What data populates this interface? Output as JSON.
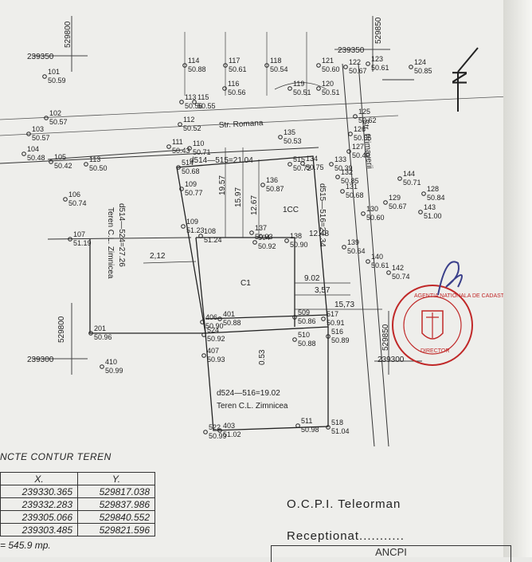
{
  "grid": {
    "x_top_left": "529800",
    "y_top_left": "239350",
    "x_top_right": "529850",
    "y_top_right": "239350",
    "x_bottom_left": "529800",
    "y_bottom_left": "239300",
    "x_bottom_right": "529850",
    "y_bottom_right": "239300"
  },
  "points": [
    {
      "id": "101",
      "elev": "50.59"
    },
    {
      "id": "102",
      "elev": "50.57"
    },
    {
      "id": "103",
      "elev": "50.57"
    },
    {
      "id": "104",
      "elev": "50.48"
    },
    {
      "id": "105",
      "elev": "50.42"
    },
    {
      "id": "113",
      "elev": "50.50"
    },
    {
      "id": "106",
      "elev": "50.74"
    },
    {
      "id": "107",
      "elev": "51.19"
    },
    {
      "id": "108",
      "elev": "51.24"
    },
    {
      "id": "109",
      "elev": "51.23"
    },
    {
      "id": "109",
      "elev": "50.77"
    },
    {
      "id": "110",
      "elev": "50.71"
    },
    {
      "id": "111",
      "elev": "50.43"
    },
    {
      "id": "112",
      "elev": "50.52"
    },
    {
      "id": "113",
      "elev": "50.56"
    },
    {
      "id": "114",
      "elev": "50.88"
    },
    {
      "id": "115",
      "elev": "50.55"
    },
    {
      "id": "116",
      "elev": "50.56"
    },
    {
      "id": "117",
      "elev": "50.61"
    },
    {
      "id": "118",
      "elev": "50.54"
    },
    {
      "id": "119",
      "elev": "50.51"
    },
    {
      "id": "120",
      "elev": "50.51"
    },
    {
      "id": "121",
      "elev": "50.60"
    },
    {
      "id": "122",
      "elev": "50.67"
    },
    {
      "id": "123",
      "elev": "50.61"
    },
    {
      "id": "124",
      "elev": "50.85"
    },
    {
      "id": "125",
      "elev": "50.62"
    },
    {
      "id": "126",
      "elev": "50.65"
    },
    {
      "id": "127",
      "elev": "50.40"
    },
    {
      "id": "128",
      "elev": "50.84"
    },
    {
      "id": "129",
      "elev": "50.67"
    },
    {
      "id": "130",
      "elev": "50.60"
    },
    {
      "id": "131",
      "elev": "50.68"
    },
    {
      "id": "132",
      "elev": "50.85"
    },
    {
      "id": "133",
      "elev": "50.39"
    },
    {
      "id": "134",
      "elev": "50.75"
    },
    {
      "id": "135",
      "elev": "50.53"
    },
    {
      "id": "136",
      "elev": "50.87"
    },
    {
      "id": "137",
      "elev": "50.93"
    },
    {
      "id": "138",
      "elev": "50.90"
    },
    {
      "id": "139",
      "elev": "50.64"
    },
    {
      "id": "140",
      "elev": "50.61"
    },
    {
      "id": "142",
      "elev": "50.74"
    },
    {
      "id": "143",
      "elev": "51.00"
    },
    {
      "id": "144",
      "elev": "50.71"
    },
    {
      "id": "201",
      "elev": "50.96"
    },
    {
      "id": "401",
      "elev": "50.88"
    },
    {
      "id": "403",
      "elev": "51.02"
    },
    {
      "id": "406",
      "elev": "50.90"
    },
    {
      "id": "407",
      "elev": "50.93"
    },
    {
      "id": "410",
      "elev": "50.99"
    },
    {
      "id": "504",
      "elev": "50.92"
    },
    {
      "id": "509",
      "elev": "50.86"
    },
    {
      "id": "510",
      "elev": "50.88"
    },
    {
      "id": "511",
      "elev": "50.98"
    },
    {
      "id": "514",
      "elev": "50.68"
    },
    {
      "id": "515",
      "elev": "50.72"
    },
    {
      "id": "516",
      "elev": "50.89"
    },
    {
      "id": "517",
      "elev": "50.91"
    },
    {
      "id": "518",
      "elev": "51.04"
    },
    {
      "id": "522",
      "elev": "50.99"
    },
    {
      "id": "524",
      "elev": "50.92"
    }
  ],
  "dimensions": {
    "d514_515": "d514—515=21.04",
    "d515_516": "d515—516=27.34",
    "d514_524": "d514—524=27.26",
    "d524_516": "d524—516=19.02",
    "v1957": "19.57",
    "v1597": "15.97",
    "v1267": "12.67",
    "v212": "2,12",
    "v902": "9.02",
    "v357": "3,57",
    "v1573": "15,73",
    "v053": "0.53",
    "v1248": "12.48"
  },
  "streets": {
    "romana": "Str. Romana",
    "primaverii": "Str. Primaverii",
    "zimnicea_left": "Teren C.L. Zimnicea",
    "zimnicea_bottom": "Teren C.L. Zimnicea"
  },
  "parcels": {
    "c1": "C1",
    "c1cc": "1CC"
  },
  "north_arrow": "N",
  "table": {
    "title": "NCTE CONTUR TEREN",
    "headers": [
      "X.",
      "Y."
    ],
    "rows": [
      [
        "239330.365",
        "529817.038"
      ],
      [
        "239332.283",
        "529837.986"
      ],
      [
        "239305.066",
        "529840.552"
      ],
      [
        "239303.485",
        "529821.596"
      ]
    ],
    "area": "= 545.9 mp."
  },
  "footer": {
    "office": "O.C.P.I. Teleorman",
    "receptionat": "Receptionat...........",
    "ancpi": "ANCPI"
  },
  "stamp": {
    "text_top": "AGENTIA NATIONALA DE CADASTRU",
    "text_mid": "DIRECTOR",
    "color": "#c02828"
  },
  "colors": {
    "ink": "#222222",
    "stamp": "#c02828",
    "signature": "#3a3f8a"
  }
}
